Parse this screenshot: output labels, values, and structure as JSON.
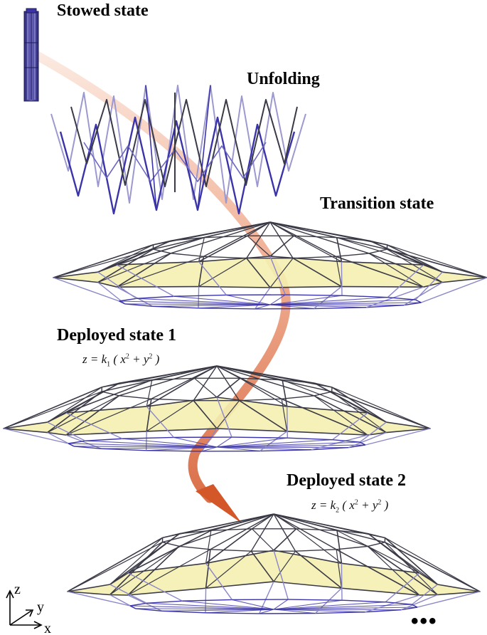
{
  "labels": {
    "stowed": "Stowed state",
    "unfolding": "Unfolding",
    "transition": "Transition state",
    "deployed1": "Deployed state 1",
    "deployed2": "Deployed state 2"
  },
  "equations": {
    "deployed1": {
      "lhs": "z = k",
      "sub": "1",
      "open": "(",
      "x": "x",
      "plus": " + y",
      "close": ")"
    },
    "deployed2": {
      "lhs": "z = k",
      "sub": "2",
      "open": "(",
      "x": "x",
      "plus": " + y",
      "close": ")"
    },
    "exponent": "2"
  },
  "axes": {
    "z": "z",
    "y": "y",
    "x": "x"
  },
  "continuation": "•••",
  "colors": {
    "panel_fill": "#f4f0b0",
    "bar_dark": "#3a3a46",
    "bar_blue": "#3b34a8",
    "bar_light": "#8a86c8",
    "arrow": "#d4572a",
    "arrow_light": "#f3c0a8"
  }
}
